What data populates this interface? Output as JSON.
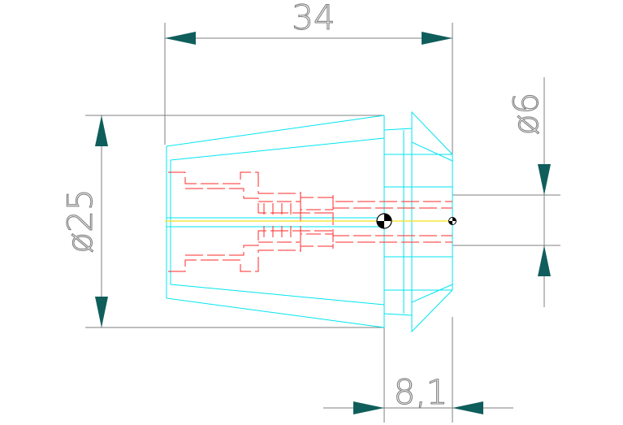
{
  "dimensions": {
    "overall_length": "34",
    "outer_diameter": "ø25",
    "bore_diameter": "ø6",
    "nose_length": "8,1"
  },
  "colors": {
    "outline": "#00e5f0",
    "hidden": "#ff2a2a",
    "axis": "#f4e21b",
    "dimension": "#7f7f7f",
    "arrow": "#0f5e5c"
  },
  "icons": {
    "centroid_large": "centroid-marker-icon",
    "centroid_small": "centroid-marker-icon"
  }
}
